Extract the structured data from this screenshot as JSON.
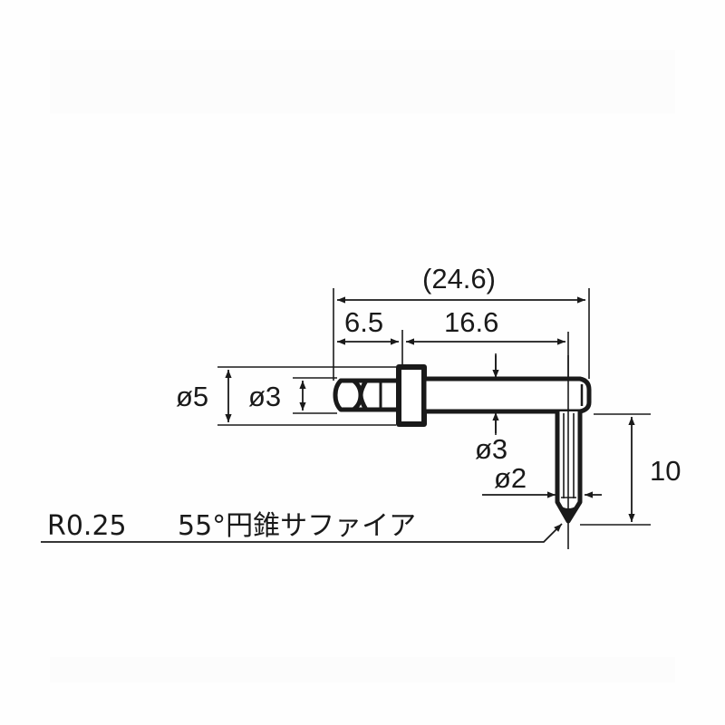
{
  "drawing": {
    "title": "Stylus dimension drawing",
    "colors": {
      "line": "#1a1a1a",
      "background": "#ffffff"
    },
    "dimensions": {
      "overall_length": "(24.6)",
      "shank_length": "6.5",
      "shaft_length": "16.6",
      "collar_diameter": "ø5",
      "shank_diameter": "ø3",
      "shaft_diameter": "ø3",
      "stylus_diameter": "ø2",
      "stylus_length": "10"
    },
    "note": {
      "radius": "R0.25",
      "description": "55°円錐サファイア"
    }
  }
}
